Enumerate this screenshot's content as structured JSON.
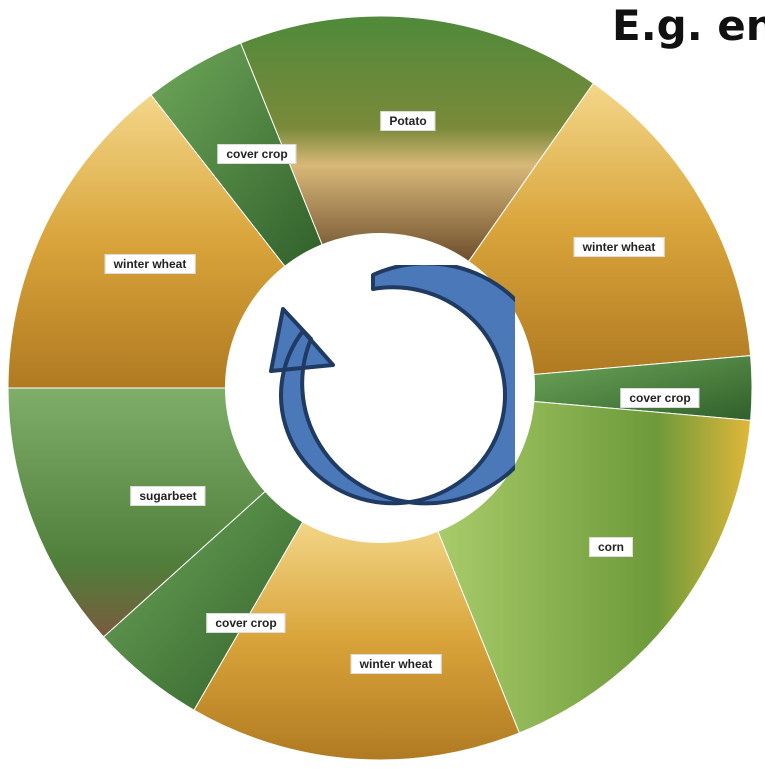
{
  "heading": "E.g. en",
  "cycle_icon": "circular-arrow-icon",
  "colors": {
    "arrow_fill": "#4a78b8",
    "arrow_stroke": "#1f3b63",
    "wheat": "#d9a43a",
    "potato": "#8a6a45",
    "cover_crop": "#3f7a3a",
    "corn": "#8bb84a",
    "sugarbeet": "#5f8f4a"
  },
  "segments": [
    {
      "crop": "Potato",
      "label": "Potato"
    },
    {
      "crop": "winter wheat",
      "label": "winter wheat"
    },
    {
      "crop": "cover crop",
      "label": "cover crop"
    },
    {
      "crop": "corn",
      "label": "corn"
    },
    {
      "crop": "winter wheat",
      "label": "winter wheat"
    },
    {
      "crop": "cover crop",
      "label": "cover crop"
    },
    {
      "crop": "sugarbeet",
      "label": "sugarbeet"
    },
    {
      "crop": "winter wheat",
      "label": "winter wheat"
    },
    {
      "crop": "cover crop",
      "label": "cover crop"
    }
  ]
}
